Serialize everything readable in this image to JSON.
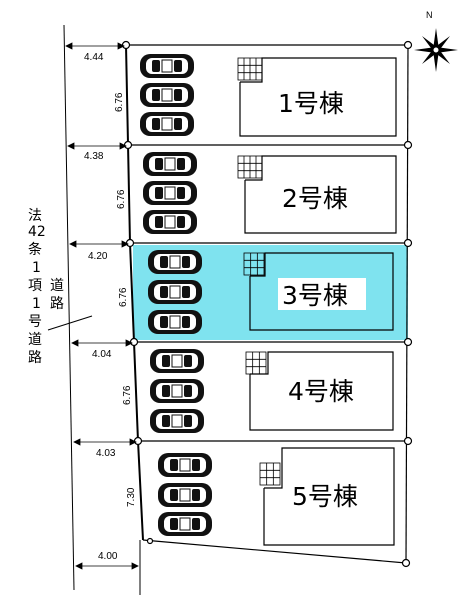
{
  "north_label": "N",
  "road_label": [
    "法",
    "42",
    "条",
    "1",
    "項",
    "1",
    "号",
    "道",
    "路"
  ],
  "road_sub_label": [
    "道",
    "路"
  ],
  "highlight_color": "#7fe3ef",
  "lots": [
    {
      "label": "1号棟",
      "frontage": "4.44",
      "depth": "6.76",
      "highlighted": false
    },
    {
      "label": "2号棟",
      "frontage": "4.38",
      "depth": "6.76",
      "highlighted": false
    },
    {
      "label": "3号棟",
      "frontage": "4.20",
      "depth": "6.76",
      "highlighted": true
    },
    {
      "label": "4号棟",
      "frontage": "4.04",
      "depth": "6.76",
      "highlighted": false
    },
    {
      "label": "5号棟",
      "frontage": "4.03",
      "depth": "7.30",
      "highlighted": false
    }
  ],
  "bottom_frontage": "4.00"
}
